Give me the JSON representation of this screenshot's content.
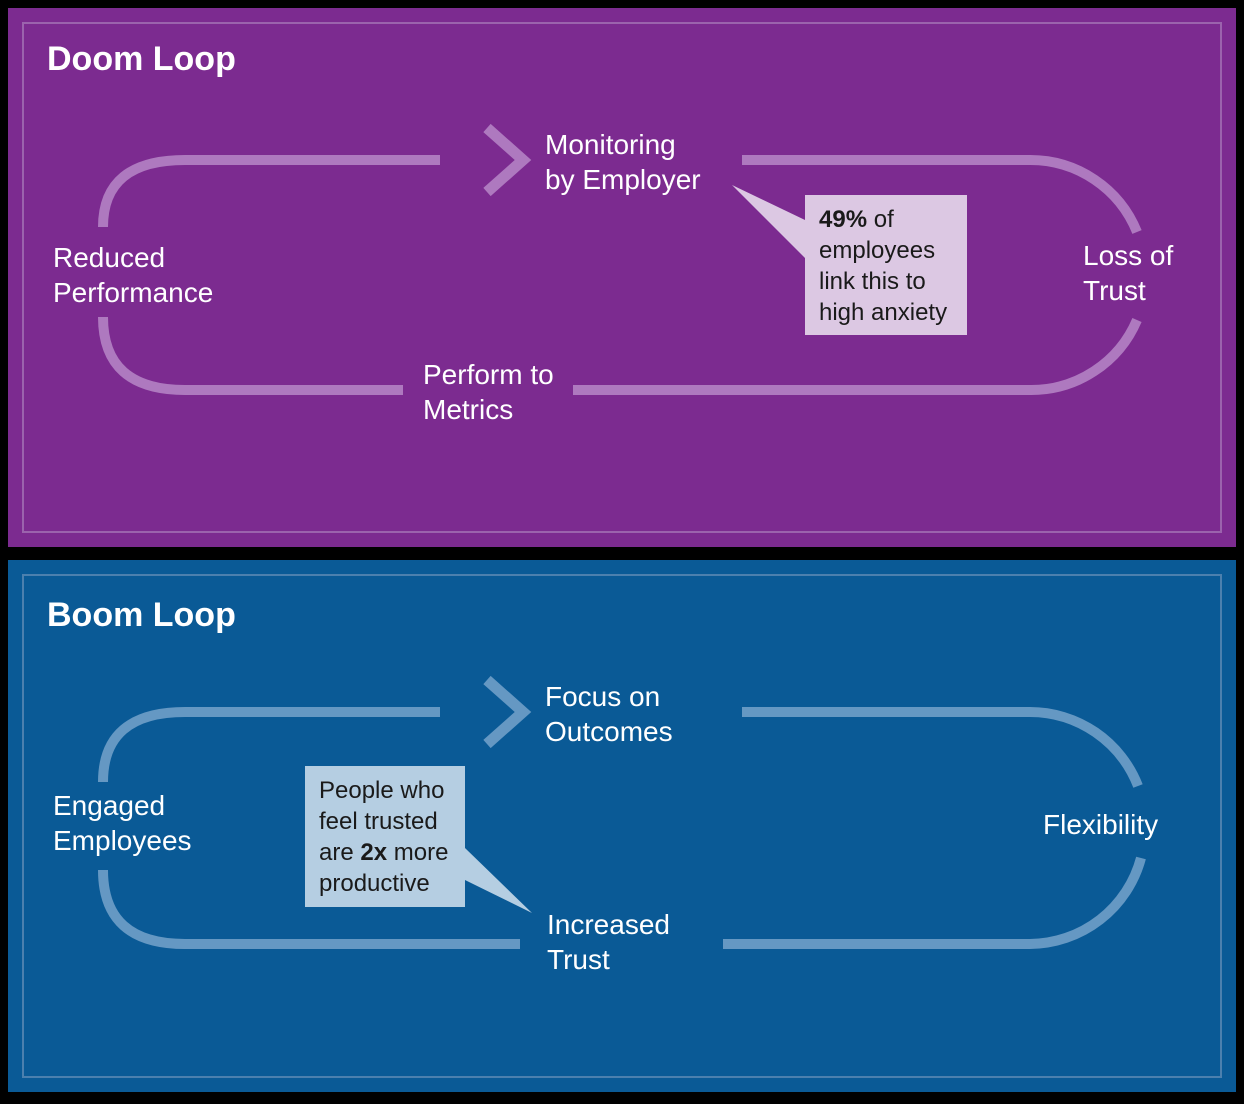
{
  "colors": {
    "frame": "#000000",
    "doom-bg": "#7C2B90",
    "doom-border": "#9B63AD",
    "doom-loop": "#AE79BF",
    "doom-callout-bg": "#DCC8E3",
    "boom-bg": "#0A5A96",
    "boom-border": "#4C80AE",
    "boom-loop": "#6598C3",
    "boom-callout-bg": "#B5CEE2",
    "label-text": "#FFFFFF",
    "callout-text": "#1A1A1A"
  },
  "doom": {
    "title": "Doom Loop",
    "nodes": {
      "reduced_performance": [
        "Reduced",
        "Performance"
      ],
      "monitoring_by_employer": [
        "Monitoring",
        "by Employer"
      ],
      "loss_of_trust": [
        "Loss of",
        "Trust"
      ],
      "perform_to_metrics": [
        "Perform to",
        "Metrics"
      ]
    },
    "callout": {
      "lines": [
        [
          {
            "t": "49%",
            "b": true
          },
          {
            "t": " of"
          }
        ],
        [
          {
            "t": "employees"
          }
        ],
        [
          {
            "t": "link this to"
          }
        ],
        [
          {
            "t": "high anxiety"
          }
        ]
      ]
    }
  },
  "boom": {
    "title": "Boom Loop",
    "nodes": {
      "engaged_employees": [
        "Engaged",
        "Employees"
      ],
      "focus_on_outcomes": [
        "Focus on",
        "Outcomes"
      ],
      "flexibility": [
        "Flexibility"
      ],
      "increased_trust": [
        "Increased",
        "Trust"
      ]
    },
    "callout": {
      "lines": [
        [
          {
            "t": "People who"
          }
        ],
        [
          {
            "t": "feel trusted"
          }
        ],
        [
          {
            "t": "are "
          },
          {
            "t": "2x",
            "b": true
          },
          {
            "t": " more"
          }
        ],
        [
          {
            "t": "productive"
          }
        ]
      ]
    }
  }
}
